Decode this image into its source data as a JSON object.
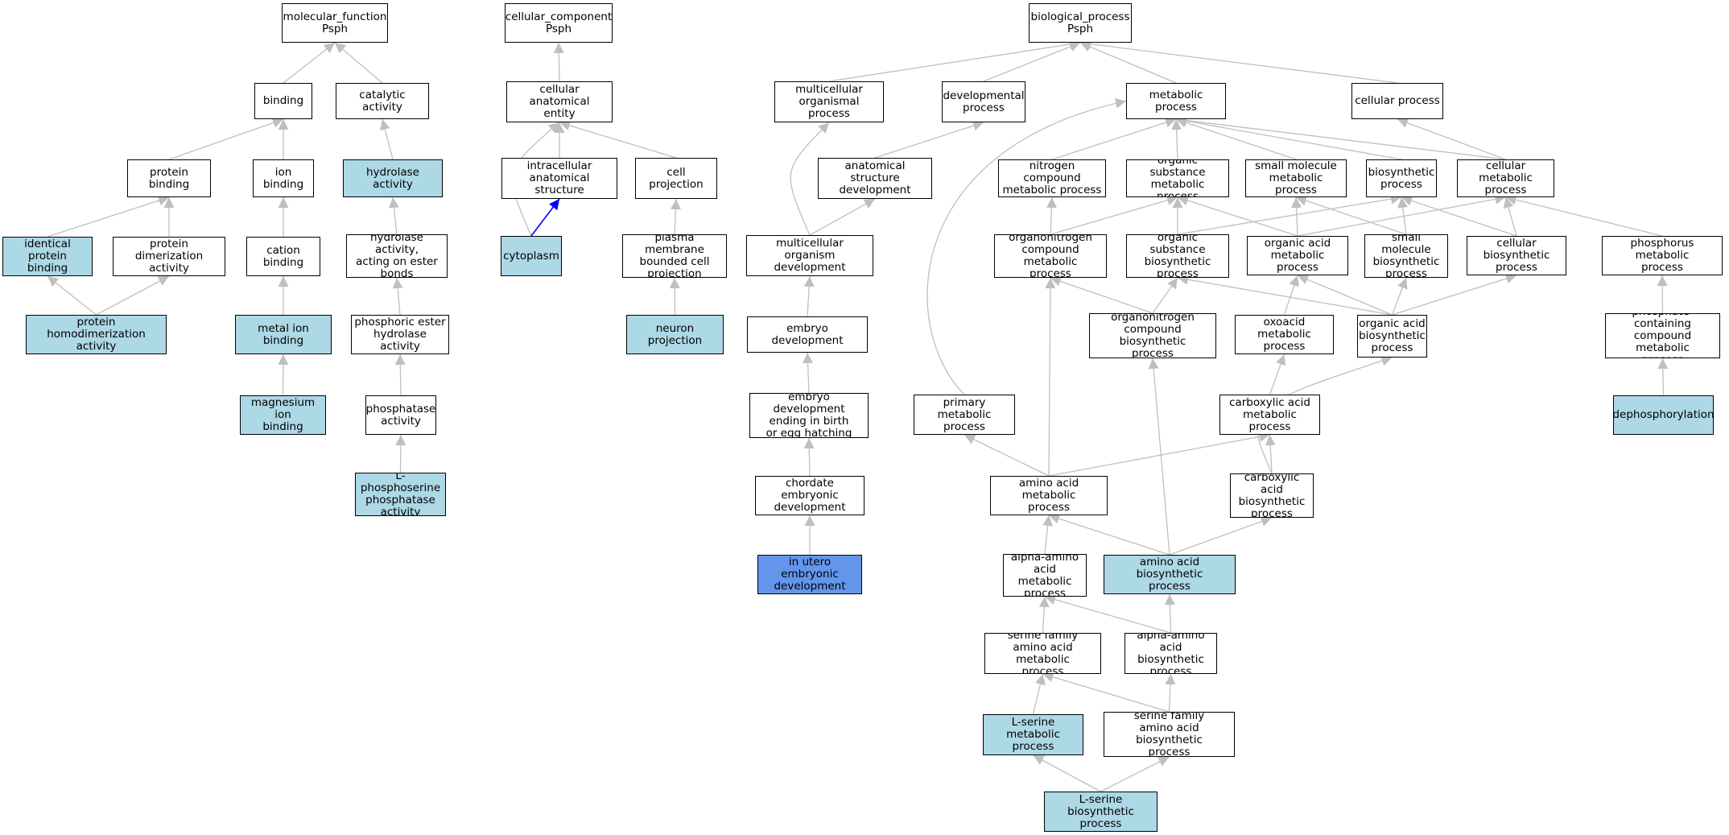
{
  "colors": {
    "node_default": "#ffffff",
    "node_highlight": "#add8e6",
    "node_selected": "#6495ed",
    "edge": "#bfbfbf",
    "edge_highlight": "#0000ff"
  },
  "nodes": [
    {
      "id": "mf",
      "label": "molecular_function\nPsph",
      "fill": "default"
    },
    {
      "id": "binding",
      "label": "binding",
      "fill": "default"
    },
    {
      "id": "catalytic",
      "label": "catalytic activity",
      "fill": "default"
    },
    {
      "id": "protein_binding",
      "label": "protein binding",
      "fill": "default"
    },
    {
      "id": "ion_binding",
      "label": "ion binding",
      "fill": "default"
    },
    {
      "id": "hydrolase",
      "label": "hydrolase activity",
      "fill": "highlight"
    },
    {
      "id": "identical_protein",
      "label": "identical protein\nbinding",
      "fill": "highlight"
    },
    {
      "id": "protein_dimer",
      "label": "protein dimerization\nactivity",
      "fill": "default"
    },
    {
      "id": "cation_binding",
      "label": "cation binding",
      "fill": "default"
    },
    {
      "id": "hydrolase_ester",
      "label": "hydrolase activity,\nacting on ester\nbonds",
      "fill": "default"
    },
    {
      "id": "protein_homodimer",
      "label": "protein homodimerization\nactivity",
      "fill": "highlight"
    },
    {
      "id": "metal_ion",
      "label": "metal ion binding",
      "fill": "highlight"
    },
    {
      "id": "phosphoric_ester",
      "label": "phosphoric ester\nhydrolase activity",
      "fill": "default"
    },
    {
      "id": "magnesium_ion",
      "label": "magnesium ion\nbinding",
      "fill": "highlight"
    },
    {
      "id": "phosphatase",
      "label": "phosphatase\nactivity",
      "fill": "default"
    },
    {
      "id": "l_phosphoserine",
      "label": "L-phosphoserine\nphosphatase\nactivity",
      "fill": "highlight"
    },
    {
      "id": "cc",
      "label": "cellular_component\nPsph",
      "fill": "default"
    },
    {
      "id": "cae",
      "label": "cellular anatomical\nentity",
      "fill": "default"
    },
    {
      "id": "intracellular",
      "label": "intracellular\nanatomical structure",
      "fill": "default"
    },
    {
      "id": "cell_projection",
      "label": "cell projection",
      "fill": "default"
    },
    {
      "id": "cytoplasm",
      "label": "cytoplasm",
      "fill": "highlight"
    },
    {
      "id": "plasma_membrane",
      "label": "plasma membrane\nbounded cell\nprojection",
      "fill": "default"
    },
    {
      "id": "neuron_projection",
      "label": "neuron projection",
      "fill": "highlight"
    },
    {
      "id": "bp",
      "label": "biological_process\nPsph",
      "fill": "default"
    },
    {
      "id": "multicellular_org",
      "label": "multicellular\norganismal process",
      "fill": "default"
    },
    {
      "id": "developmental",
      "label": "developmental\nprocess",
      "fill": "default"
    },
    {
      "id": "metabolic",
      "label": "metabolic process",
      "fill": "default"
    },
    {
      "id": "cellular_process",
      "label": "cellular process",
      "fill": "default"
    },
    {
      "id": "anatomical_dev",
      "label": "anatomical structure\ndevelopment",
      "fill": "default"
    },
    {
      "id": "nitrogen_compound",
      "label": "nitrogen compound\nmetabolic process",
      "fill": "default"
    },
    {
      "id": "organic_substance_met",
      "label": "organic substance\nmetabolic process",
      "fill": "default"
    },
    {
      "id": "small_molecule_met",
      "label": "small molecule\nmetabolic process",
      "fill": "default"
    },
    {
      "id": "biosynthetic",
      "label": "biosynthetic\nprocess",
      "fill": "default"
    },
    {
      "id": "cellular_metabolic",
      "label": "cellular metabolic\nprocess",
      "fill": "default"
    },
    {
      "id": "multicellular_dev",
      "label": "multicellular\norganism development",
      "fill": "default"
    },
    {
      "id": "organonitrogen_met",
      "label": "organonitrogen\ncompound metabolic\nprocess",
      "fill": "default"
    },
    {
      "id": "organic_substance_bio",
      "label": "organic substance\nbiosynthetic\nprocess",
      "fill": "default"
    },
    {
      "id": "organic_acid_met",
      "label": "organic acid\nmetabolic process",
      "fill": "default"
    },
    {
      "id": "small_molecule_bio",
      "label": "small molecule\nbiosynthetic\nprocess",
      "fill": "default"
    },
    {
      "id": "cellular_bio",
      "label": "cellular biosynthetic\nprocess",
      "fill": "default"
    },
    {
      "id": "phosphorus_met",
      "label": "phosphorus metabolic\nprocess",
      "fill": "default"
    },
    {
      "id": "embryo_dev",
      "label": "embryo development",
      "fill": "default"
    },
    {
      "id": "organonitrogen_bio",
      "label": "organonitrogen\ncompound biosynthetic\nprocess",
      "fill": "default"
    },
    {
      "id": "oxoacid_met",
      "label": "oxoacid metabolic\nprocess",
      "fill": "default"
    },
    {
      "id": "organic_acid_bio",
      "label": "organic acid\nbiosynthetic\nprocess",
      "fill": "default"
    },
    {
      "id": "phosphate_containing",
      "label": "phosphate-containing\ncompound metabolic\nprocess",
      "fill": "default"
    },
    {
      "id": "embryo_birth",
      "label": "embryo development\nending in birth\nor egg hatching",
      "fill": "default"
    },
    {
      "id": "primary_met",
      "label": "primary metabolic\nprocess",
      "fill": "default"
    },
    {
      "id": "carboxylic_met",
      "label": "carboxylic acid\nmetabolic process",
      "fill": "default"
    },
    {
      "id": "dephosphorylation",
      "label": "dephosphorylation",
      "fill": "highlight"
    },
    {
      "id": "chordate_dev",
      "label": "chordate embryonic\ndevelopment",
      "fill": "default"
    },
    {
      "id": "amino_acid_met",
      "label": "amino acid metabolic\nprocess",
      "fill": "default"
    },
    {
      "id": "carboxylic_bio",
      "label": "carboxylic acid\nbiosynthetic\nprocess",
      "fill": "default"
    },
    {
      "id": "in_utero",
      "label": "in utero embryonic\ndevelopment",
      "fill": "selected"
    },
    {
      "id": "alpha_amino_met",
      "label": "alpha-amino\nacid metabolic\nprocess",
      "fill": "default"
    },
    {
      "id": "amino_acid_bio",
      "label": "amino acid biosynthetic\nprocess",
      "fill": "highlight"
    },
    {
      "id": "serine_family_met",
      "label": "serine family\namino acid metabolic\nprocess",
      "fill": "default"
    },
    {
      "id": "alpha_amino_bio",
      "label": "alpha-amino\nacid biosynthetic\nprocess",
      "fill": "default"
    },
    {
      "id": "l_serine_met",
      "label": "L-serine metabolic\nprocess",
      "fill": "highlight"
    },
    {
      "id": "serine_family_bio",
      "label": "serine family\namino acid biosynthetic\nprocess",
      "fill": "default"
    },
    {
      "id": "l_serine_bio",
      "label": "L-serine biosynthetic\nprocess",
      "fill": "highlight"
    }
  ],
  "edges": [
    {
      "from": "binding",
      "to": "mf"
    },
    {
      "from": "catalytic",
      "to": "mf"
    },
    {
      "from": "protein_binding",
      "to": "binding"
    },
    {
      "from": "ion_binding",
      "to": "binding"
    },
    {
      "from": "hydrolase",
      "to": "catalytic"
    },
    {
      "from": "identical_protein",
      "to": "protein_binding"
    },
    {
      "from": "protein_dimer",
      "to": "protein_binding"
    },
    {
      "from": "cation_binding",
      "to": "ion_binding"
    },
    {
      "from": "hydrolase_ester",
      "to": "hydrolase"
    },
    {
      "from": "protein_homodimer",
      "to": "identical_protein"
    },
    {
      "from": "protein_homodimer",
      "to": "protein_dimer"
    },
    {
      "from": "metal_ion",
      "to": "cation_binding"
    },
    {
      "from": "phosphoric_ester",
      "to": "hydrolase_ester"
    },
    {
      "from": "magnesium_ion",
      "to": "metal_ion"
    },
    {
      "from": "phosphatase",
      "to": "phosphoric_ester"
    },
    {
      "from": "l_phosphoserine",
      "to": "phosphatase"
    },
    {
      "from": "cae",
      "to": "cc"
    },
    {
      "from": "intracellular",
      "to": "cae"
    },
    {
      "from": "cell_projection",
      "to": "cae"
    },
    {
      "from": "cytoplasm",
      "to": "cae",
      "curve": true
    },
    {
      "from": "cytoplasm",
      "to": "intracellular",
      "highlight": true
    },
    {
      "from": "plasma_membrane",
      "to": "cell_projection"
    },
    {
      "from": "neuron_projection",
      "to": "plasma_membrane"
    },
    {
      "from": "multicellular_org",
      "to": "bp"
    },
    {
      "from": "developmental",
      "to": "bp"
    },
    {
      "from": "metabolic",
      "to": "bp"
    },
    {
      "from": "cellular_process",
      "to": "bp"
    },
    {
      "from": "anatomical_dev",
      "to": "developmental"
    },
    {
      "from": "nitrogen_compound",
      "to": "metabolic"
    },
    {
      "from": "organic_substance_met",
      "to": "metabolic"
    },
    {
      "from": "small_molecule_met",
      "to": "metabolic"
    },
    {
      "from": "biosynthetic",
      "to": "metabolic"
    },
    {
      "from": "cellular_metabolic",
      "to": "metabolic"
    },
    {
      "from": "cellular_metabolic",
      "to": "cellular_process"
    },
    {
      "from": "multicellular_dev",
      "to": "multicellular_org",
      "curve": true
    },
    {
      "from": "multicellular_dev",
      "to": "anatomical_dev"
    },
    {
      "from": "organonitrogen_met",
      "to": "nitrogen_compound"
    },
    {
      "from": "organonitrogen_met",
      "to": "organic_substance_met"
    },
    {
      "from": "organic_substance_bio",
      "to": "organic_substance_met"
    },
    {
      "from": "organic_substance_bio",
      "to": "biosynthetic"
    },
    {
      "from": "organic_acid_met",
      "to": "small_molecule_met"
    },
    {
      "from": "organic_acid_met",
      "to": "organic_substance_met"
    },
    {
      "from": "organic_acid_met",
      "to": "cellular_metabolic"
    },
    {
      "from": "small_molecule_bio",
      "to": "small_molecule_met"
    },
    {
      "from": "small_molecule_bio",
      "to": "biosynthetic"
    },
    {
      "from": "cellular_bio",
      "to": "biosynthetic"
    },
    {
      "from": "cellular_bio",
      "to": "cellular_metabolic"
    },
    {
      "from": "phosphorus_met",
      "to": "cellular_metabolic"
    },
    {
      "from": "embryo_dev",
      "to": "multicellular_dev"
    },
    {
      "from": "organonitrogen_bio",
      "to": "organonitrogen_met"
    },
    {
      "from": "organonitrogen_bio",
      "to": "organic_substance_bio"
    },
    {
      "from": "oxoacid_met",
      "to": "organic_acid_met"
    },
    {
      "from": "organic_acid_bio",
      "to": "organic_acid_met"
    },
    {
      "from": "organic_acid_bio",
      "to": "small_molecule_bio"
    },
    {
      "from": "organic_acid_bio",
      "to": "cellular_bio"
    },
    {
      "from": "organic_acid_bio",
      "to": "organic_substance_bio"
    },
    {
      "from": "phosphate_containing",
      "to": "phosphorus_met"
    },
    {
      "from": "embryo_birth",
      "to": "embryo_dev"
    },
    {
      "from": "primary_met",
      "to": "metabolic",
      "curve": true
    },
    {
      "from": "carboxylic_met",
      "to": "oxoacid_met"
    },
    {
      "from": "dephosphorylation",
      "to": "phosphate_containing"
    },
    {
      "from": "chordate_dev",
      "to": "embryo_birth"
    },
    {
      "from": "amino_acid_met",
      "to": "primary_met"
    },
    {
      "from": "amino_acid_met",
      "to": "organonitrogen_met"
    },
    {
      "from": "amino_acid_met",
      "to": "carboxylic_met"
    },
    {
      "from": "carboxylic_bio",
      "to": "carboxylic_met"
    },
    {
      "from": "carboxylic_bio",
      "to": "organic_acid_bio",
      "curve": true
    },
    {
      "from": "in_utero",
      "to": "chordate_dev"
    },
    {
      "from": "alpha_amino_met",
      "to": "amino_acid_met"
    },
    {
      "from": "amino_acid_bio",
      "to": "amino_acid_met"
    },
    {
      "from": "amino_acid_bio",
      "to": "carboxylic_bio"
    },
    {
      "from": "amino_acid_bio",
      "to": "organonitrogen_bio"
    },
    {
      "from": "serine_family_met",
      "to": "alpha_amino_met"
    },
    {
      "from": "alpha_amino_bio",
      "to": "alpha_amino_met"
    },
    {
      "from": "alpha_amino_bio",
      "to": "amino_acid_bio"
    },
    {
      "from": "l_serine_met",
      "to": "serine_family_met"
    },
    {
      "from": "serine_family_bio",
      "to": "serine_family_met"
    },
    {
      "from": "serine_family_bio",
      "to": "alpha_amino_bio"
    },
    {
      "from": "l_serine_bio",
      "to": "l_serine_met"
    },
    {
      "from": "l_serine_bio",
      "to": "serine_family_bio"
    }
  ]
}
